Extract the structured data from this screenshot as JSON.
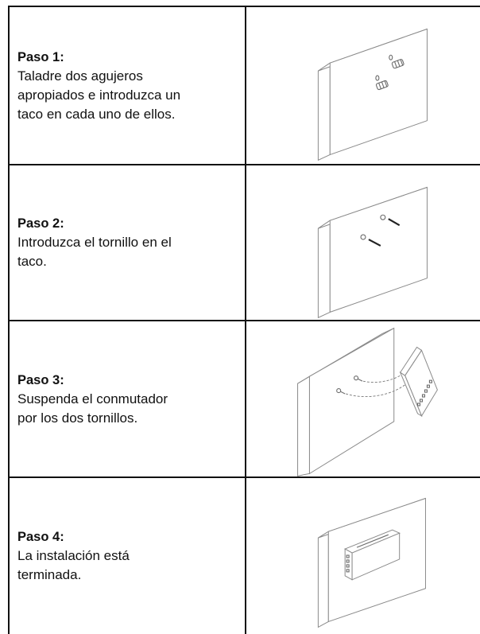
{
  "steps": [
    {
      "title": "Paso 1:",
      "lines": [
        "Taladre dos agujeros",
        "apropiados e introduzca un",
        "taco en cada uno de ellos."
      ]
    },
    {
      "title": "Paso 2:",
      "lines": [
        "Introduzca el tornillo en el",
        "taco."
      ]
    },
    {
      "title": "Paso 3:",
      "lines": [
        "Suspenda el conmutador",
        "por los dos tornillos."
      ]
    },
    {
      "title": "Paso 4:",
      "lines": [
        "La instalación está",
        "terminada."
      ]
    }
  ],
  "illustrations": [
    {
      "icon": "wall-drilled-holes-with-anchors-icon"
    },
    {
      "icon": "wall-screws-into-anchors-icon"
    },
    {
      "icon": "switch-hanging-on-screws-icon"
    },
    {
      "icon": "switch-mounted-on-wall-icon"
    }
  ]
}
